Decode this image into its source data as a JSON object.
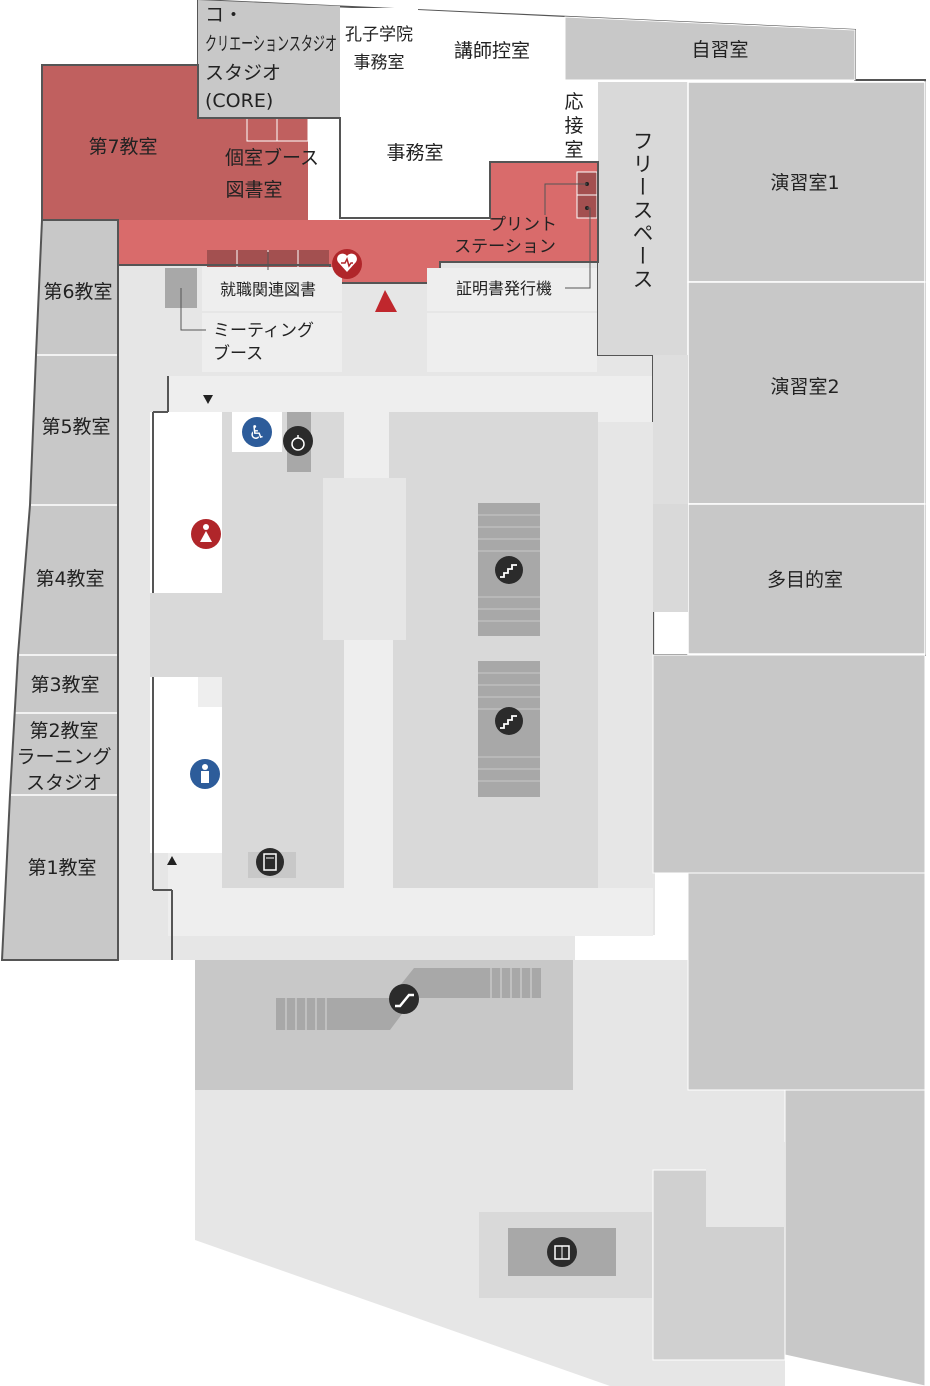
{
  "rooms": {
    "co_creation_studio": [
      "コ・",
      "クリエーションスタジオ",
      "(CORE)"
    ],
    "koshi_office": [
      "孔子学院",
      "事務室"
    ],
    "lecturer_room": "講師控室",
    "self_study": "自習室",
    "classroom7": "第7教室",
    "private_booth": "個室ブース",
    "library": "図書室",
    "office": "事務室",
    "reception": [
      "応",
      "接",
      "室"
    ],
    "free_space": "フリースペース",
    "practice1": "演習室1",
    "practice2": "演習室2",
    "multipurpose": "多目的室",
    "classroom6": "第6教室",
    "classroom5": "第5教室",
    "classroom4": "第4教室",
    "classroom3": "第3教室",
    "classroom2": [
      "第2教室",
      "ラーニング",
      "スタジオ"
    ],
    "classroom1": "第1教室",
    "job_library": "就職関連図書"
  },
  "callouts": {
    "print_station": [
      "プリント",
      "ステーション"
    ],
    "certificate_machine": "証明書発行機",
    "meeting_booth": [
      "ミーティング",
      "ブース"
    ]
  },
  "colors": {
    "highlight_dark": "#c0605f",
    "highlight_light": "#d96b6b",
    "room_gray": "#c8c8c8",
    "corridor": "#e6e6e6",
    "stairs": "#a8a8a8",
    "women_icon": "#b0262a",
    "men_icon": "#2d5c9a",
    "accessible_icon": "#2d5c9a",
    "facility_icon": "#2b2b2b",
    "you_are_here": "#c0272d"
  },
  "icons": [
    "aed-icon",
    "you-are-here-icon",
    "accessible-toilet-icon",
    "water-heater-icon",
    "women-toilet-icon",
    "men-toilet-icon",
    "stairs-icon",
    "escalator-icon",
    "elevator-icon",
    "vending-machine-icon"
  ]
}
